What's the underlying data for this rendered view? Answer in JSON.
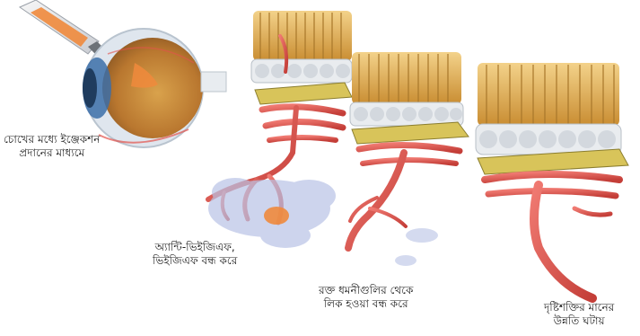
{
  "labels": {
    "injection": {
      "line1": "চোখের মধ্যে ইঞ্জেকশন",
      "line2": "প্রদানের মাধ্যমে"
    },
    "anti_vegf": {
      "line1": "অ্যান্টি-ভিইজিএফ,",
      "line2": "ভিইজিএফ বন্ধ করে"
    },
    "stops_leak": {
      "line1": "রক্ত ধমনীগুলির থেকে",
      "line2": "লিক হওয়া বন্ধ করে"
    },
    "improves_vision": {
      "line1": "দৃষ্টিশক্তির মানের",
      "line2": "উন্নতি ঘটায়"
    }
  },
  "colors": {
    "vessel": "#e2534c",
    "vessel_dark": "#b83a35",
    "photoreceptor": "#e7b85a",
    "rpe_cell": "#e9ecef",
    "bruch_membrane": "#d8c45a",
    "leak_fluid": "#b9c3e6",
    "syringe_orange": "#f08a3c",
    "eye_iris": "#3c6fa8"
  }
}
